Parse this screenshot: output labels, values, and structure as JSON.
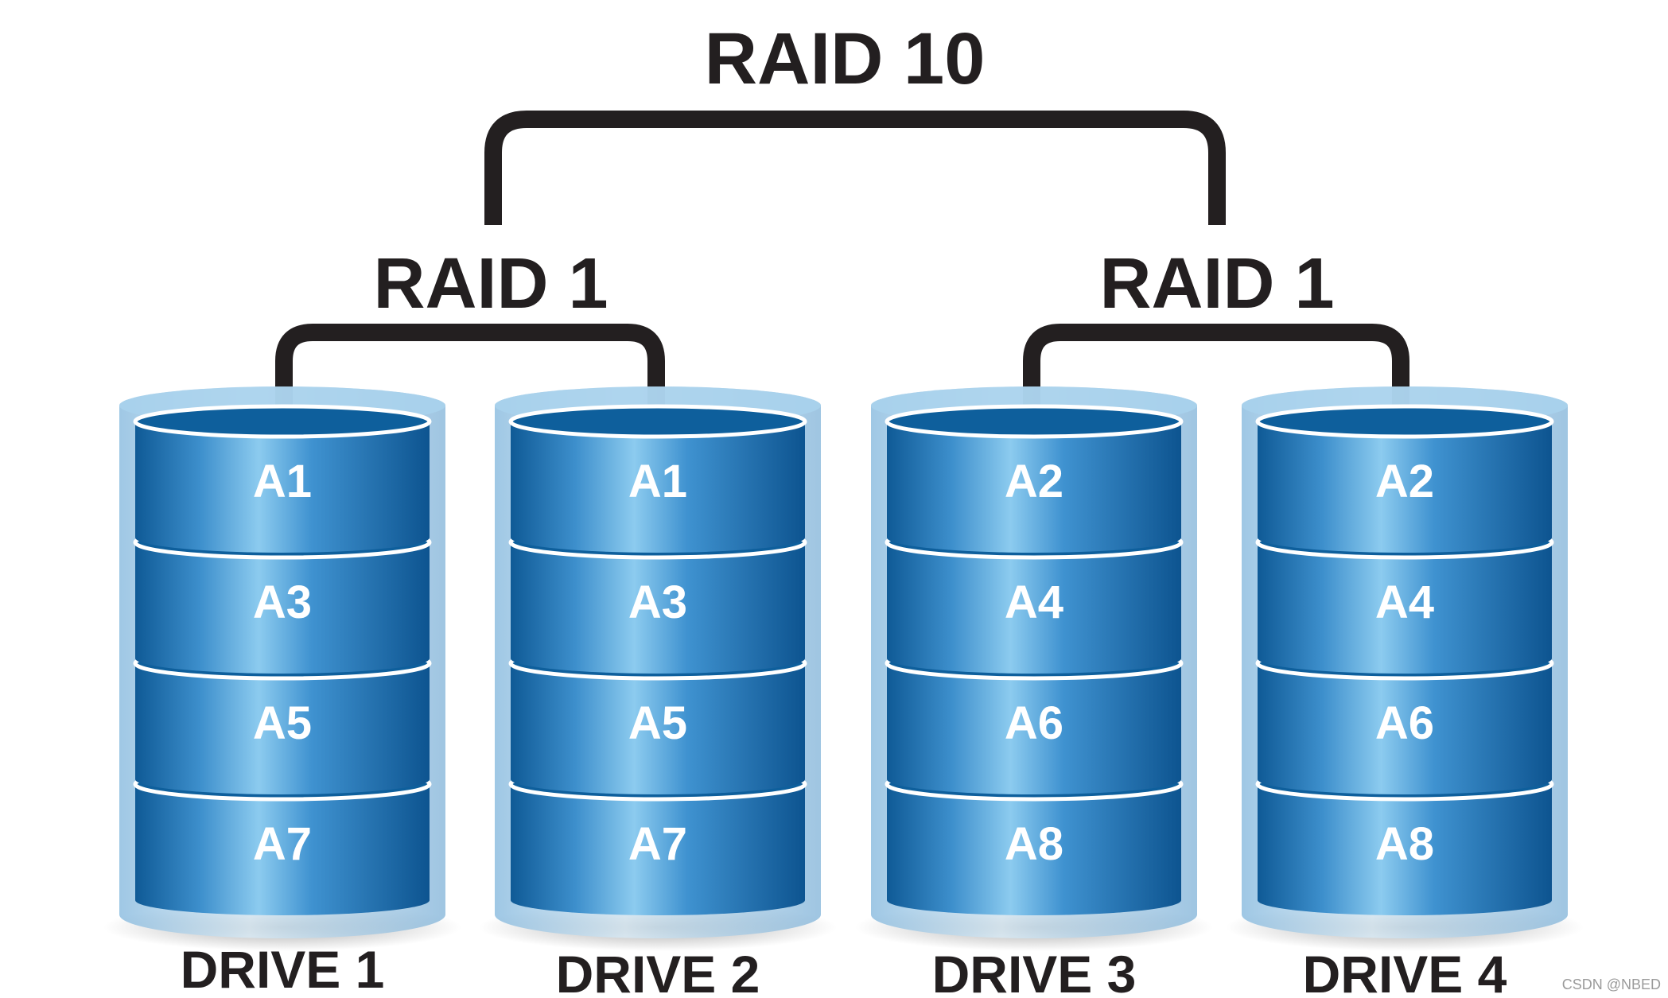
{
  "diagram": {
    "title": "RAID 10",
    "mirror_groups": [
      {
        "label": "RAID 1",
        "drives": [
          0,
          1
        ]
      },
      {
        "label": "RAID 1",
        "drives": [
          2,
          3
        ]
      }
    ],
    "drives": [
      {
        "label": "DRIVE 1",
        "blocks": [
          "A1",
          "A3",
          "A5",
          "A7"
        ]
      },
      {
        "label": "DRIVE 2",
        "blocks": [
          "A1",
          "A3",
          "A5",
          "A7"
        ]
      },
      {
        "label": "DRIVE 3",
        "blocks": [
          "A2",
          "A4",
          "A6",
          "A8"
        ]
      },
      {
        "label": "DRIVE 4",
        "blocks": [
          "A2",
          "A4",
          "A6",
          "A8"
        ]
      }
    ],
    "watermark": "CSDN @NBED"
  },
  "colors": {
    "block_dark": "#0f5a96",
    "block_light": "#8ccbef",
    "top_face": "#0e5f9c",
    "halo": "#a9d1ec",
    "bracket": "#231f20",
    "label_text": "#ffffff",
    "title_text": "#231f20"
  }
}
